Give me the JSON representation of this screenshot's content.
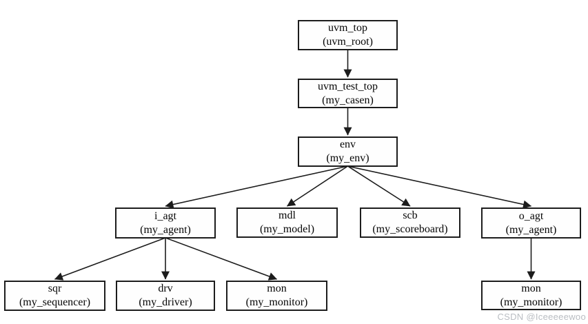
{
  "diagram": {
    "nodes": {
      "uvm_top": {
        "name": "uvm_top",
        "type": "(uvm_root)"
      },
      "uvm_test_top": {
        "name": "uvm_test_top",
        "type": "(my_casen)"
      },
      "env": {
        "name": "env",
        "type": "(my_env)"
      },
      "i_agt": {
        "name": "i_agt",
        "type": "(my_agent)"
      },
      "mdl": {
        "name": "mdl",
        "type": "(my_model)"
      },
      "scb": {
        "name": "scb",
        "type": "(my_scoreboard)"
      },
      "o_agt": {
        "name": "o_agt",
        "type": "(my_agent)"
      },
      "sqr": {
        "name": "sqr",
        "type": "(my_sequencer)"
      },
      "drv": {
        "name": "drv",
        "type": "(my_driver)"
      },
      "mon_i": {
        "name": "mon",
        "type": "(my_monitor)"
      },
      "mon_o": {
        "name": "mon",
        "type": "(my_monitor)"
      }
    },
    "edges": [
      {
        "from": "uvm_top",
        "to": "uvm_test_top"
      },
      {
        "from": "uvm_test_top",
        "to": "env"
      },
      {
        "from": "env",
        "to": "i_agt"
      },
      {
        "from": "env",
        "to": "mdl"
      },
      {
        "from": "env",
        "to": "scb"
      },
      {
        "from": "env",
        "to": "o_agt"
      },
      {
        "from": "i_agt",
        "to": "sqr"
      },
      {
        "from": "i_agt",
        "to": "drv"
      },
      {
        "from": "i_agt",
        "to": "mon_i"
      },
      {
        "from": "o_agt",
        "to": "mon_o"
      }
    ],
    "colors": {
      "line": "#1c1c1c",
      "box_border": "#1c1c1c",
      "text": "#050505",
      "background": "#ffffff",
      "watermark": "#b9bdc2"
    }
  },
  "watermark": {
    "text": "CSDN @Iceeeeewoo"
  }
}
